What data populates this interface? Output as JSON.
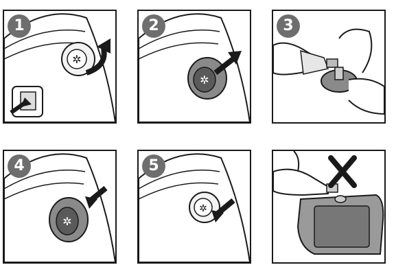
{
  "panels": [
    {
      "step": "1",
      "icon": "shaver-unplug-rotate-cap"
    },
    {
      "step": "2",
      "icon": "cap-removed-arrow"
    },
    {
      "step": "3",
      "icon": "oil-bottle-on-cap"
    },
    {
      "step": "4",
      "icon": "cap-refit-arrow"
    },
    {
      "step": "5",
      "icon": "cap-push-arrow"
    },
    {
      "step": "",
      "icon": "do-not-oil-crossed"
    }
  ],
  "colors": {
    "badge": "#6e6e6e",
    "stroke": "#1a1a1a",
    "fill_light": "#eeeeee",
    "fill_mid": "#8a8a8a",
    "fill_dark": "#5a5a5a"
  }
}
